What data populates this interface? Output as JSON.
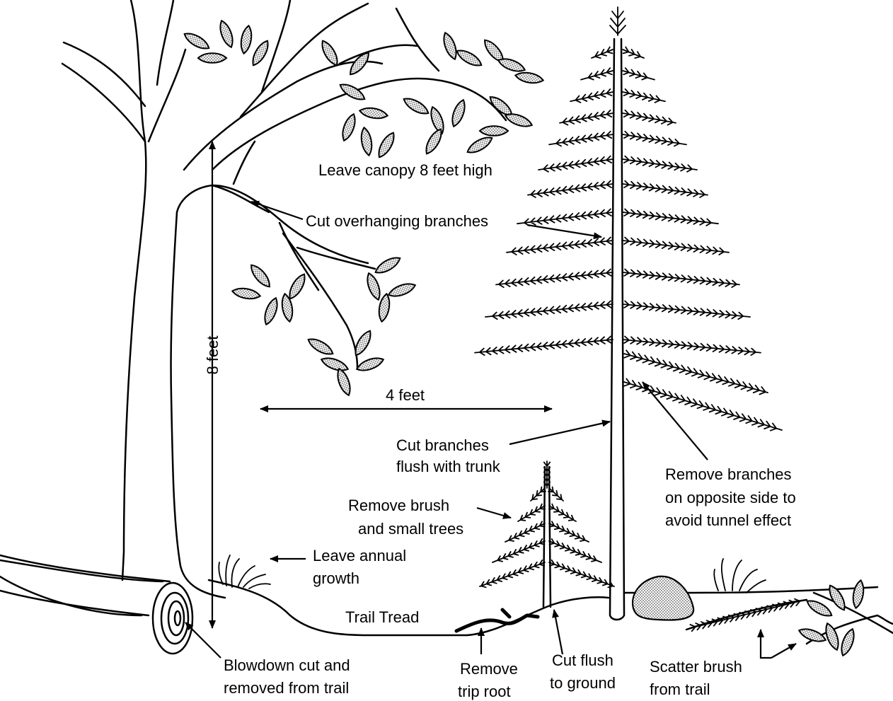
{
  "colors": {
    "ink": "#000000",
    "background": "#ffffff",
    "stipple": "#9a9a9a"
  },
  "labels": {
    "canopy": "Leave canopy 8 feet high",
    "overhanging": "Cut overhanging branches",
    "height": "8 feet",
    "width": "4 feet",
    "flush_trunk_1": "Cut branches",
    "flush_trunk_2": "flush with trunk",
    "opposite_1": "Remove branches",
    "opposite_2": "on opposite side to",
    "opposite_3": "avoid tunnel effect",
    "brush_1": "Remove brush",
    "brush_2": "and small trees",
    "annual_1": "Leave annual",
    "annual_2": "growth",
    "tread": "Trail Tread",
    "blowdown_1": "Blowdown cut and",
    "blowdown_2": "removed from trail",
    "root_1": "Remove",
    "root_2": "trip root",
    "ground_1": "Cut flush",
    "ground_2": "to ground",
    "scatter_1": "Scatter brush",
    "scatter_2": "from trail"
  }
}
